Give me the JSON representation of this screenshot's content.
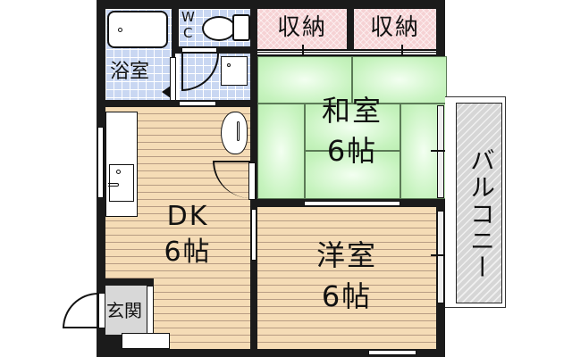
{
  "floor_plan": {
    "rooms": [
      {
        "id": "washitsu",
        "label": "和室",
        "size": "6帖",
        "type": "japanese-tatami"
      },
      {
        "id": "yoshitsu",
        "label": "洋室",
        "size": "6帖",
        "type": "western-wood"
      },
      {
        "id": "dk",
        "label": "DK",
        "size": "6帖",
        "type": "dining-kitchen"
      },
      {
        "id": "bath",
        "label": "浴室",
        "type": "bathroom"
      },
      {
        "id": "wc",
        "label": "WC",
        "label_line1": "W",
        "label_line2": "C",
        "type": "toilet"
      },
      {
        "id": "closet1",
        "label": "収納",
        "type": "storage"
      },
      {
        "id": "closet2",
        "label": "収納",
        "type": "storage"
      },
      {
        "id": "genkan",
        "label": "玄関",
        "type": "entrance"
      },
      {
        "id": "balcony",
        "label": "バルコニー",
        "type": "balcony"
      }
    ],
    "colors": {
      "wall": "#1b1b1b",
      "tatami": "#c6f3be",
      "wood_floor": "#f5dcb6",
      "tile": "#c9d7f2",
      "storage": "#f6d2d4",
      "balcony": "#d6d6d6",
      "entrance": "#d8d8d8"
    }
  }
}
